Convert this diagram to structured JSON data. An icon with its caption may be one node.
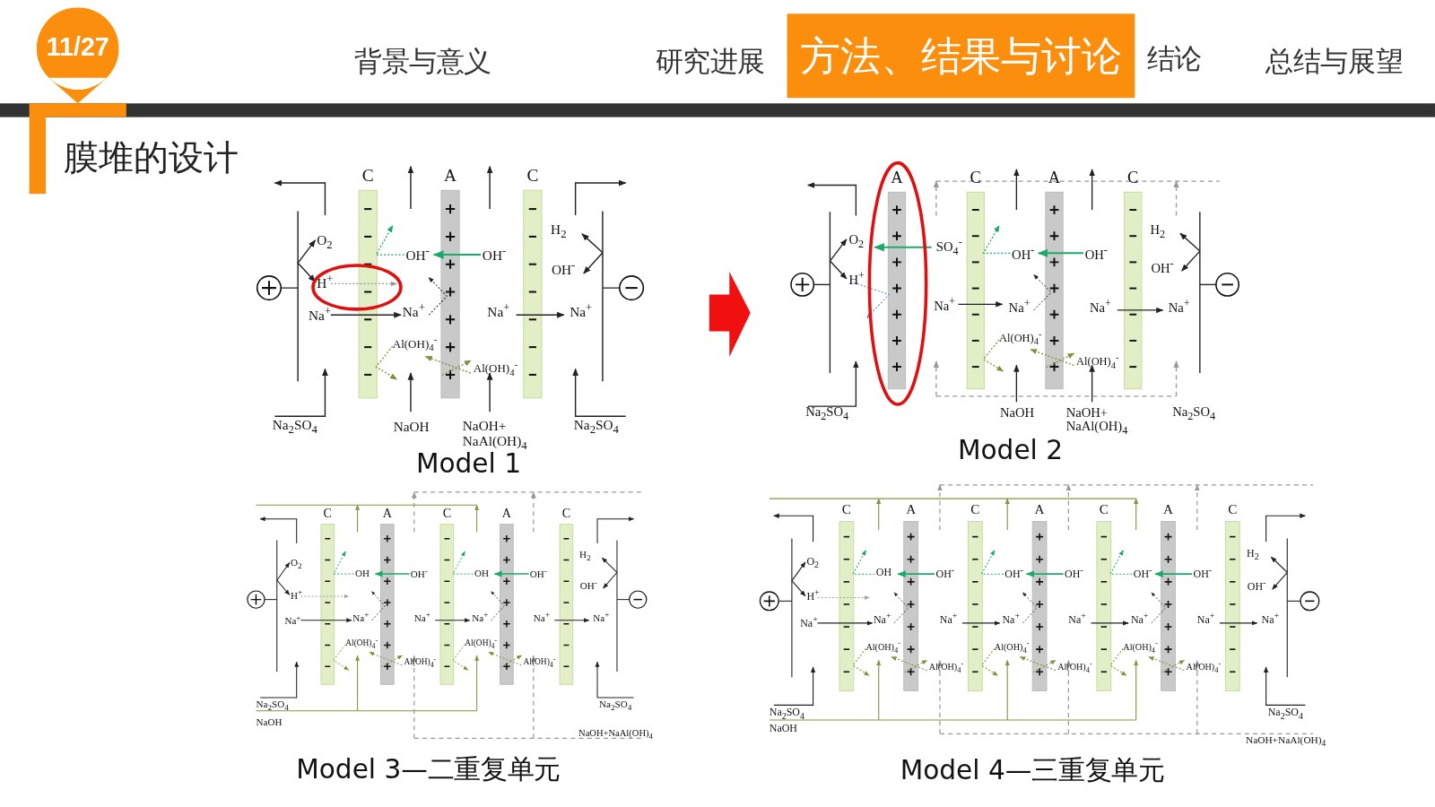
{
  "diagram": {
    "title": "膜堆的设计",
    "nodes": [
      {
        "text": [
          "11/27"
        ]
      },
      {
        "text": [
          "方法、结果与讨论"
        ]
      }
    ],
    "labels": [
      "背景与意义",
      "研究进展",
      "结论",
      "总结与展望",
      "C",
      "A",
      "C",
      "O$_{2}$",
      "H$^{+}$",
      "Na$^{+}$",
      "OH$^{-}$",
      "Na$^{+}$",
      "Al(OH)$_{4}$$^{-}$",
      "OH$^{-}$",
      "Na$^{+}$",
      "Al(OH)$_{4}$$^{-}$",
      "H$_{2}$",
      "OH$^{-}$",
      "Na$^{+}$",
      "Na$_{2}$SO$_{4}$",
      "NaOH",
      "NaOH+ NaAl(OH)$_{4}$",
      "Na$_{2}$SO$_{4}$",
      "Model 1",
      "A",
      "C",
      "A",
      "C",
      "O$_{2}$",
      "H$^{+}$",
      "SO$_{4}$$^{-}$",
      "Na$^{+}$",
      "OH$^{-}$",
      "Na$^{+}$",
      "Al(OH)$_{4}$$^{-}$",
      "OH$^{-}$",
      "Na$^{+}$",
      "Al(OH)$_{4}$$^{-}$",
      "H$_{2}$",
      "OH$^{-}$",
      "Na$^{+}$",
      "Na$_{2}$SO$_{4}$",
      "NaOH",
      "NaOH+ NaAl(OH)$_{4}$",
      "Na$_{2}$SO$_{4}$",
      "Model 2",
      "C",
      "A",
      "C",
      "A",
      "C",
      "O$_{2}$",
      "H$^{+}$",
      "Na$^{+}$",
      "OH",
      "Na$^{+}$",
      "Al(OH)$_{4}$$^{-}$",
      "OH$^{-}$",
      "Na$^{+}$",
      "Al(OH)$_{4}$$^{-}$",
      "OH",
      "Na$^{+}$",
      "Al(OH)$_{4}$$^{-}$",
      "OH$^{-}$",
      "Na$^{+}$",
      "Al(OH)$_{4}$$^{-}$",
      "H$_{2}$",
      "OH$^{-}$",
      "Na$^{+}$",
      "Na$_{2}$SO$_{4}$",
      "Na$_{2}$SO$_{4}$",
      "NaOH",
      "NaOH+NaAl(OH)$_{4}$",
      "Model 3—二重复单元",
      "C",
      "A",
      "C",
      "A",
      "C",
      "A",
      "C",
      "O$_{2}$",
      "H$^{+}$",
      "Na$^{+}$",
      "OH",
      "Na$^{+}$",
      "Al(OH)$_{4}$$^{-}$",
      "OH$^{-}$",
      "Na$^{+}$",
      "Al(OH)$_{4}$$^{-}$",
      "OH$^{-}$",
      "Na$^{+}$",
      "Al(OH)$_{4}$$^{-}$",
      "OH$^{-}$",
      "Na$^{+}$",
      "Al(OH)$_{4}$$^{-}$",
      "OH$^{-}$",
      "Na$^{+}$",
      "Al(OH)$_{4}$$^{-}$",
      "OH$^{-}$",
      "Na$^{+}$",
      "Al(OH)$_{4}$$^{-}$",
      "H$_{2}$",
      "OH$^{-}$",
      "Na$^{+}$",
      "Na$_{2}$SO$_{4}$",
      "Na$_{2}$SO$_{4}$",
      "NaOH",
      "NaOH+NaAl(OH)$_{4}$",
      "Model 4—三重复单元"
    ]
  }
}
